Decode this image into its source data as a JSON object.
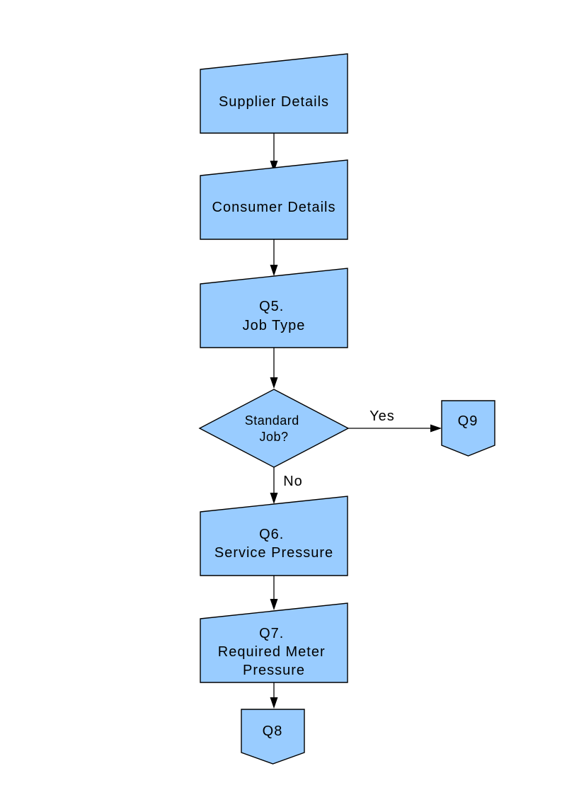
{
  "diagram": {
    "background": "#FFFFFF",
    "shape_fill": "#99CCFF",
    "shape_border": "#000000",
    "connector_color": "#000000",
    "text_color": "#000000",
    "nodes": {
      "supplier_details": {
        "shape": "manual-input",
        "lines": [
          "Supplier Details"
        ]
      },
      "consumer_details": {
        "shape": "manual-input",
        "lines": [
          "Consumer Details"
        ]
      },
      "q5_job_type": {
        "shape": "manual-input",
        "lines": [
          "Q5.",
          "Job Type"
        ]
      },
      "standard_job_decision": {
        "shape": "decision",
        "lines": [
          "Standard",
          "Job?"
        ]
      },
      "q9_connector": {
        "shape": "off-page-connector",
        "lines": [
          "Q9"
        ]
      },
      "q6_service_pressure": {
        "shape": "manual-input",
        "lines": [
          "Q6.",
          "Service Pressure"
        ]
      },
      "q7_required_meter_pressure": {
        "shape": "manual-input",
        "lines": [
          "Q7.",
          "Required Meter",
          "Pressure"
        ]
      },
      "q8_connector": {
        "shape": "off-page-connector",
        "lines": [
          "Q8"
        ]
      }
    },
    "edge_labels": {
      "yes": "Yes",
      "no": "No"
    }
  }
}
